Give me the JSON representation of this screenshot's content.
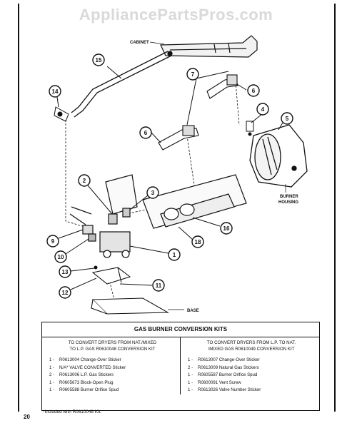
{
  "watermark": "AppliancePartsPros.com",
  "page_number": "20",
  "labels": {
    "cabinet": "CABINET",
    "burner_housing_line1": "BURNER",
    "burner_housing_line2": "HOUSING",
    "base": "BASE"
  },
  "callouts": [
    "1",
    "2",
    "3",
    "4",
    "5",
    "6",
    "6",
    "7",
    "9",
    "10",
    "11",
    "12",
    "13",
    "14",
    "15",
    "16",
    "18"
  ],
  "kits": {
    "title": "GAS BURNER CONVERSION KITS",
    "left": {
      "heading_line1": "TO CONVERT DRYERS FROM  NAT./MIXED",
      "heading_line2": "TO L.P. GAS R0610048 CONVERSION KIT",
      "items": [
        {
          "qty": "1 -",
          "desc": "R0613004  Change-Over Sticker"
        },
        {
          "qty": "1 -",
          "desc": "N/A* VALVE CONVERTED Sticker"
        },
        {
          "qty": "2 -",
          "desc": "R0613006  L.P. Gas Stickers"
        },
        {
          "qty": "1 -",
          "desc": "R0605673  Block-Open Plug"
        },
        {
          "qty": "1 -",
          "desc": "R0605588 Burner Orifice Spud"
        }
      ]
    },
    "right": {
      "heading_line1": "TO CONVERT DRYERS FROM L.P. TO NAT.",
      "heading_line2": "/MIXED GAS R0610049 CONVERSION KIT",
      "items": [
        {
          "qty": "1 -",
          "desc": "R0613007 Change-Over Sticker"
        },
        {
          "qty": "2 -",
          "desc": "R0613009 Natural Gas Stickers"
        },
        {
          "qty": "1 -",
          "desc": "R0605587 Burner Orifice Spud"
        },
        {
          "qty": "1 -",
          "desc": "R0600091 Vent Screw"
        },
        {
          "qty": "1 -",
          "desc": "R0613026 Valve Number Sticker"
        }
      ]
    },
    "footnote": "*Included with R0610048 Kit."
  }
}
